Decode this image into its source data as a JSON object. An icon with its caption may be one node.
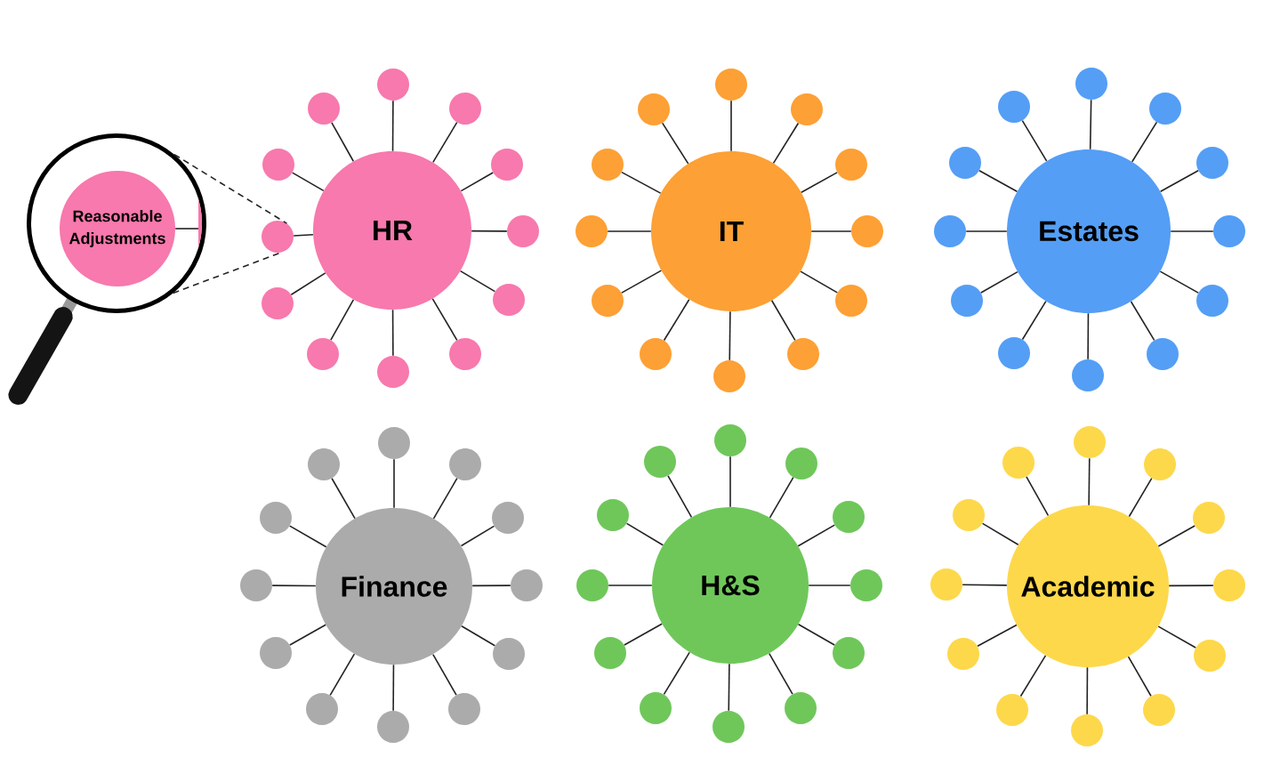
{
  "diagram": {
    "nodes": [
      {
        "text": [],
        "shape": "circle"
      },
      {
        "text": [
          "Reasonable Adjustments"
        ],
        "in": 0
      },
      {
        "text": [
          "HR"
        ]
      },
      {
        "text": [],
        "shape": "circle"
      },
      {
        "text": [],
        "shape": "circle"
      },
      {
        "text": [],
        "shape": "circle"
      },
      {
        "text": [],
        "shape": "circle"
      },
      {
        "text": [],
        "shape": "circle"
      },
      {
        "text": [],
        "shape": "circle"
      },
      {
        "text": [],
        "shape": "circle"
      },
      {
        "text": [],
        "shape": "circle"
      },
      {
        "text": [],
        "shape": "circle"
      },
      {
        "text": [],
        "shape": "circle"
      },
      {
        "text": [],
        "shape": "circle"
      },
      {
        "text": [],
        "shape": "circle"
      },
      {
        "text": [
          "IT"
        ]
      },
      {
        "text": [],
        "shape": "circle"
      },
      {
        "text": [],
        "shape": "circle"
      },
      {
        "text": [],
        "shape": "circle"
      },
      {
        "text": [],
        "shape": "circle"
      },
      {
        "text": [],
        "shape": "circle"
      },
      {
        "text": [],
        "shape": "circle"
      },
      {
        "text": [],
        "shape": "circle"
      },
      {
        "text": [],
        "shape": "circle"
      },
      {
        "text": [],
        "shape": "circle"
      },
      {
        "text": [],
        "shape": "circle"
      },
      {
        "text": [],
        "shape": "circle"
      },
      {
        "text": [],
        "shape": "circle"
      },
      {
        "text": [
          "Estates"
        ]
      },
      {
        "text": [],
        "shape": "circle"
      },
      {
        "text": [],
        "shape": "circle"
      },
      {
        "text": [],
        "shape": "circle"
      },
      {
        "text": [],
        "shape": "circle"
      },
      {
        "text": [],
        "shape": "circle"
      },
      {
        "text": [],
        "shape": "circle"
      },
      {
        "text": [],
        "shape": "circle"
      },
      {
        "text": [],
        "shape": "circle"
      },
      {
        "text": [],
        "shape": "circle"
      },
      {
        "text": [],
        "shape": "circle"
      },
      {
        "text": [],
        "shape": "circle"
      },
      {
        "text": [],
        "shape": "circle"
      },
      {
        "text": [
          "Finance"
        ]
      },
      {
        "text": [],
        "shape": "circle"
      },
      {
        "text": [],
        "shape": "circle"
      },
      {
        "text": [],
        "shape": "circle"
      },
      {
        "text": [],
        "shape": "circle"
      },
      {
        "text": [],
        "shape": "circle"
      },
      {
        "text": [],
        "shape": "circle"
      },
      {
        "text": [],
        "shape": "circle"
      },
      {
        "text": [],
        "shape": "circle"
      },
      {
        "text": [],
        "shape": "circle"
      },
      {
        "text": [],
        "shape": "circle"
      },
      {
        "text": [],
        "shape": "circle"
      },
      {
        "text": [],
        "shape": "circle"
      },
      {
        "text": [
          "H&S"
        ]
      },
      {
        "text": [],
        "shape": "circle"
      },
      {
        "text": [],
        "shape": "circle"
      },
      {
        "text": [],
        "shape": "circle"
      },
      {
        "text": [],
        "shape": "circle"
      },
      {
        "text": [],
        "shape": "circle"
      },
      {
        "text": [],
        "shape": "circle"
      },
      {
        "text": [],
        "shape": "circle"
      },
      {
        "text": [],
        "shape": "circle"
      },
      {
        "text": [],
        "shape": "circle"
      },
      {
        "text": [],
        "shape": "circle"
      },
      {
        "text": [],
        "shape": "circle"
      },
      {
        "text": [],
        "shape": "circle"
      },
      {
        "text": [
          "Academic"
        ]
      },
      {
        "text": [],
        "shape": "circle"
      },
      {
        "text": [],
        "shape": "circle"
      },
      {
        "text": [],
        "shape": "circle"
      },
      {
        "text": [],
        "shape": "circle"
      },
      {
        "text": [],
        "shape": "circle"
      },
      {
        "text": [],
        "shape": "circle"
      },
      {
        "text": [],
        "shape": "circle"
      },
      {
        "text": [],
        "shape": "circle"
      },
      {
        "text": [],
        "shape": "circle"
      },
      {
        "text": [],
        "shape": "circle"
      },
      {
        "text": [],
        "shape": "circle"
      },
      {
        "text": [],
        "shape": "circle"
      }
    ],
    "edges": [
      {
        "from": 1,
        "to": null,
        "arrow": "none"
      },
      {
        "from": 0,
        "to": 12,
        "arrow": "none",
        "style": "dashed"
      },
      {
        "from": 0,
        "to": 12,
        "arrow": "none",
        "style": "dashed"
      },
      {
        "from": 2,
        "to": 3,
        "arrow": "none"
      },
      {
        "from": 2,
        "to": 4,
        "arrow": "none"
      },
      {
        "from": 2,
        "to": 5,
        "arrow": "none"
      },
      {
        "from": 2,
        "to": 6,
        "arrow": "none"
      },
      {
        "from": 2,
        "to": 7,
        "arrow": "none"
      },
      {
        "from": 2,
        "to": 8,
        "arrow": "none"
      },
      {
        "from": 2,
        "to": 9,
        "arrow": "none"
      },
      {
        "from": 2,
        "to": 10,
        "arrow": "none"
      },
      {
        "from": 2,
        "to": 11,
        "arrow": "none"
      },
      {
        "from": 2,
        "to": 12,
        "arrow": "none"
      },
      {
        "from": 2,
        "to": 13,
        "arrow": "none"
      },
      {
        "from": 2,
        "to": 14,
        "arrow": "none"
      },
      {
        "from": 15,
        "to": 16,
        "arrow": "none"
      },
      {
        "from": 15,
        "to": 17,
        "arrow": "none"
      },
      {
        "from": 15,
        "to": 18,
        "arrow": "none"
      },
      {
        "from": 15,
        "to": 19,
        "arrow": "none"
      },
      {
        "from": 15,
        "to": 20,
        "arrow": "none"
      },
      {
        "from": 15,
        "to": 21,
        "arrow": "none"
      },
      {
        "from": 15,
        "to": 22,
        "arrow": "none"
      },
      {
        "from": 15,
        "to": 23,
        "arrow": "none"
      },
      {
        "from": 15,
        "to": 24,
        "arrow": "none"
      },
      {
        "from": 15,
        "to": 25,
        "arrow": "none"
      },
      {
        "from": 15,
        "to": 26,
        "arrow": "none"
      },
      {
        "from": 15,
        "to": 27,
        "arrow": "none"
      },
      {
        "from": 28,
        "to": 29,
        "arrow": "none"
      },
      {
        "from": 28,
        "to": 30,
        "arrow": "none"
      },
      {
        "from": 28,
        "to": 31,
        "arrow": "none"
      },
      {
        "from": 28,
        "to": 32,
        "arrow": "none"
      },
      {
        "from": 28,
        "to": 33,
        "arrow": "none"
      },
      {
        "from": 28,
        "to": 34,
        "arrow": "none"
      },
      {
        "from": 28,
        "to": 35,
        "arrow": "none"
      },
      {
        "from": 28,
        "to": 36,
        "arrow": "none"
      },
      {
        "from": 28,
        "to": 37,
        "arrow": "none"
      },
      {
        "from": 28,
        "to": 38,
        "arrow": "none"
      },
      {
        "from": 28,
        "to": 39,
        "arrow": "none"
      },
      {
        "from": 28,
        "to": 40,
        "arrow": "none"
      },
      {
        "from": 41,
        "to": 42,
        "arrow": "none"
      },
      {
        "from": 41,
        "to": 43,
        "arrow": "none"
      },
      {
        "from": 41,
        "to": 44,
        "arrow": "none"
      },
      {
        "from": 41,
        "to": 45,
        "arrow": "none"
      },
      {
        "from": 41,
        "to": 46,
        "arrow": "none"
      },
      {
        "from": 41,
        "to": 47,
        "arrow": "none"
      },
      {
        "from": 41,
        "to": 48,
        "arrow": "none"
      },
      {
        "from": 41,
        "to": 49,
        "arrow": "none"
      },
      {
        "from": 41,
        "to": 50,
        "arrow": "none"
      },
      {
        "from": 41,
        "to": 51,
        "arrow": "none"
      },
      {
        "from": 41,
        "to": 52,
        "arrow": "none"
      },
      {
        "from": 41,
        "to": 53,
        "arrow": "none"
      },
      {
        "from": 54,
        "to": 55,
        "arrow": "none"
      },
      {
        "from": 54,
        "to": 56,
        "arrow": "none"
      },
      {
        "from": 54,
        "to": 57,
        "arrow": "none"
      },
      {
        "from": 54,
        "to": 58,
        "arrow": "none"
      },
      {
        "from": 54,
        "to": 59,
        "arrow": "none"
      },
      {
        "from": 54,
        "to": 60,
        "arrow": "none"
      },
      {
        "from": 54,
        "to": 61,
        "arrow": "none"
      },
      {
        "from": 54,
        "to": 62,
        "arrow": "none"
      },
      {
        "from": 54,
        "to": 63,
        "arrow": "none"
      },
      {
        "from": 54,
        "to": 64,
        "arrow": "none"
      },
      {
        "from": 54,
        "to": 65,
        "arrow": "none"
      },
      {
        "from": 54,
        "to": 66,
        "arrow": "none"
      },
      {
        "from": 67,
        "to": 68,
        "arrow": "none"
      },
      {
        "from": 67,
        "to": 69,
        "arrow": "none"
      },
      {
        "from": 67,
        "to": 70,
        "arrow": "none"
      },
      {
        "from": 67,
        "to": 71,
        "arrow": "none"
      },
      {
        "from": 67,
        "to": 72,
        "arrow": "none"
      },
      {
        "from": 67,
        "to": 73,
        "arrow": "none"
      },
      {
        "from": 67,
        "to": 74,
        "arrow": "none"
      },
      {
        "from": 67,
        "to": 75,
        "arrow": "none"
      },
      {
        "from": 67,
        "to": 76,
        "arrow": "none"
      },
      {
        "from": 67,
        "to": 77,
        "arrow": "none"
      },
      {
        "from": 67,
        "to": 78,
        "arrow": "none"
      },
      {
        "from": 67,
        "to": 79,
        "arrow": "none"
      }
    ]
  }
}
